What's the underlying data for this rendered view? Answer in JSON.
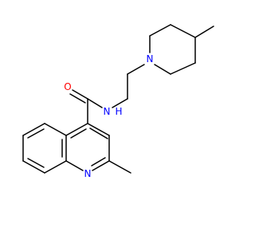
{
  "molecule": {
    "atom_labels": [
      {
        "id": "amide-oxygen",
        "text": "O",
        "color": "#ff0000"
      },
      {
        "id": "amide-nitrogen",
        "text": "N",
        "color": "#0000ff"
      },
      {
        "id": "amide-hydrogen",
        "text": "H",
        "color": "#0000ff"
      },
      {
        "id": "piperidine-nitrogen",
        "text": "N",
        "color": "#0000ff"
      },
      {
        "id": "quinoline-nitrogen",
        "text": "N",
        "color": "#0000ff"
      }
    ],
    "bond_color": "#000000",
    "background": "#ffffff"
  }
}
